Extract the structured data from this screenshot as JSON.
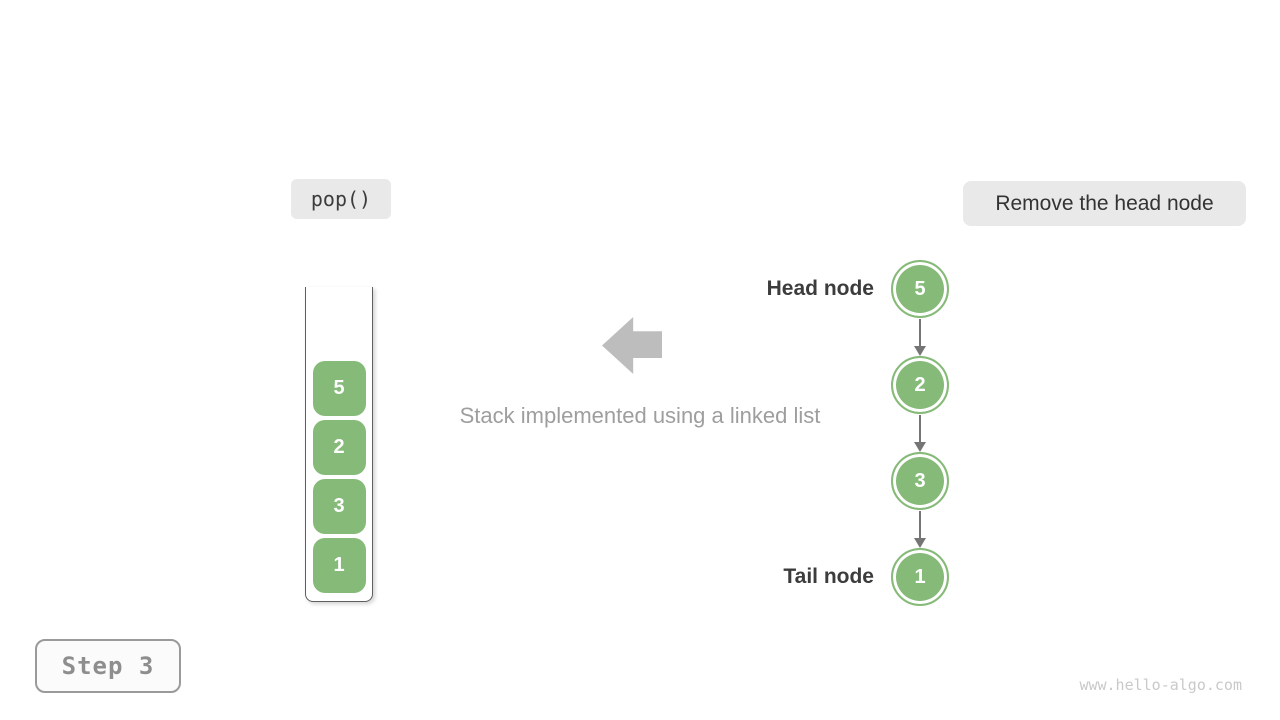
{
  "badges": {
    "operation": "pop()",
    "description": "Remove the head node",
    "step": "Step 3"
  },
  "caption": "Stack implemented using a linked list",
  "stack": {
    "items": [
      "5",
      "2",
      "3",
      "1"
    ]
  },
  "linked_list": {
    "head_label": "Head node",
    "tail_label": "Tail node",
    "nodes": [
      "5",
      "2",
      "3",
      "1"
    ]
  },
  "watermark": "www.hello-algo.com",
  "colors": {
    "node_green": "#85ba78",
    "connector_gray": "#757575",
    "big_arrow_gray": "#bdbdbd",
    "badge_bg": "#e9e9e9",
    "label_dark": "#3c3c3c",
    "caption_gray": "#9e9e9e",
    "container_border": "#5f5f5f",
    "step_gray": "#8e8e8e",
    "watermark_gray": "#c9c9c9"
  }
}
